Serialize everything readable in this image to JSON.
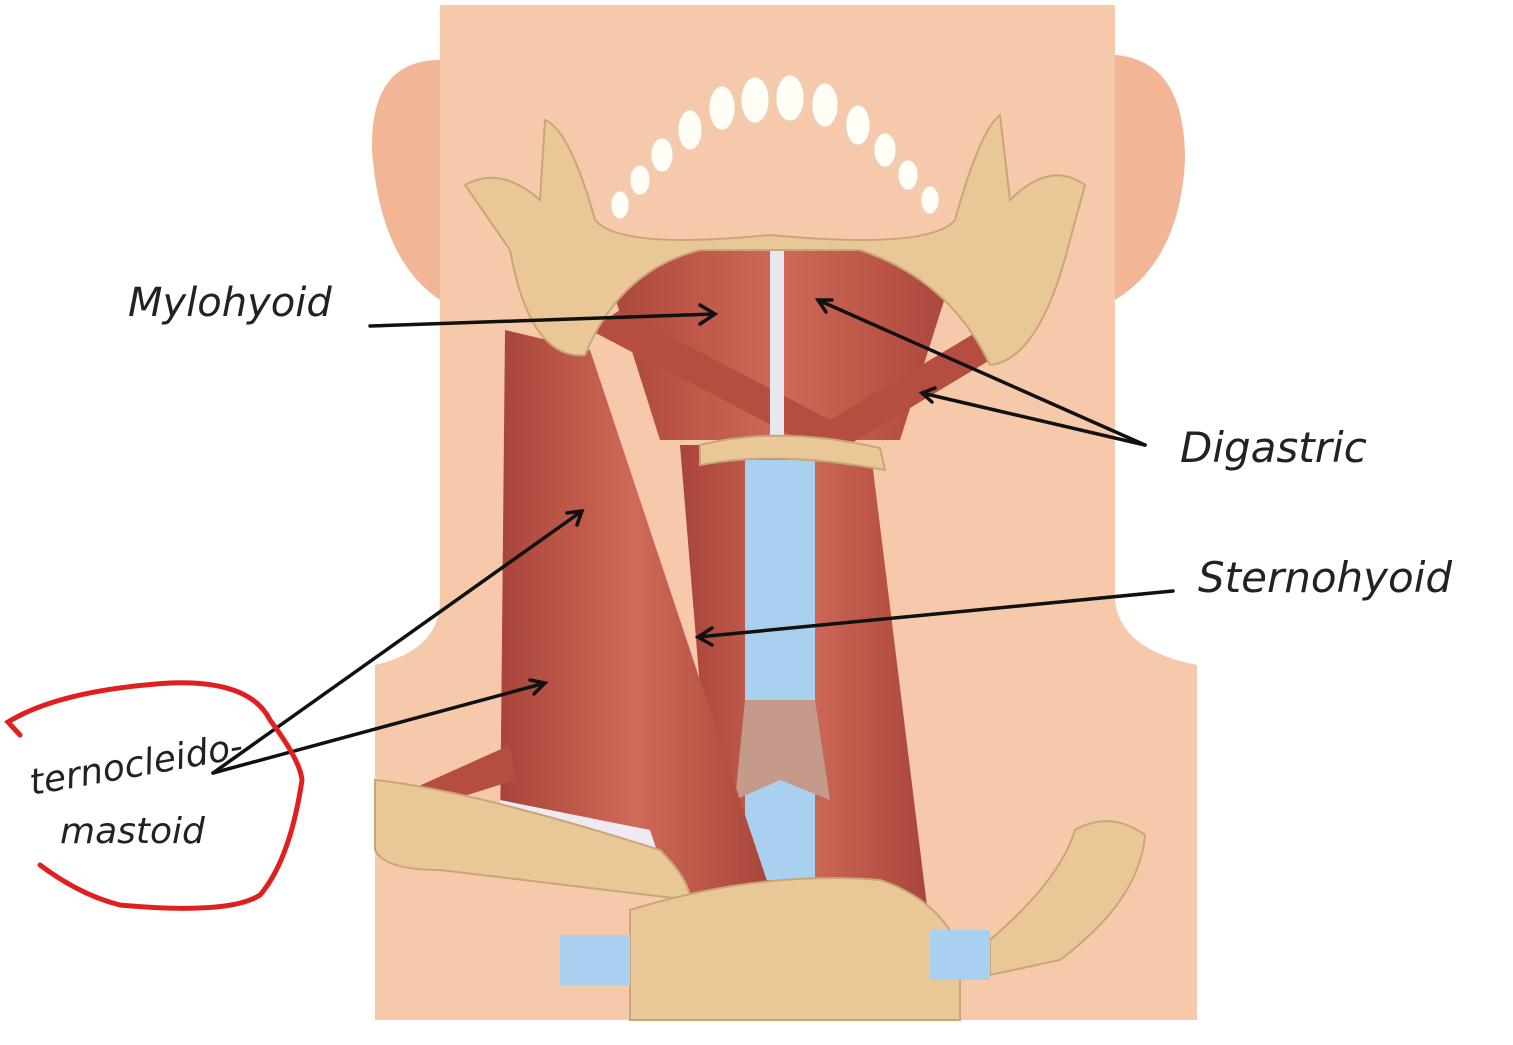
{
  "labels": {
    "mylohyoid": "Mylohyoid",
    "digastric": "Digastric",
    "sternohyoid": "Sternohyoid",
    "scm_line1": "ternocleido-",
    "scm_line2": "mastoid"
  },
  "colors": {
    "skin": "#f7c9ab",
    "bone": "#e9c797",
    "muscle": "#c2594a",
    "cartilage": "#a9d0ee",
    "annotation_circle": "#e02020",
    "arrow": "#111111"
  }
}
